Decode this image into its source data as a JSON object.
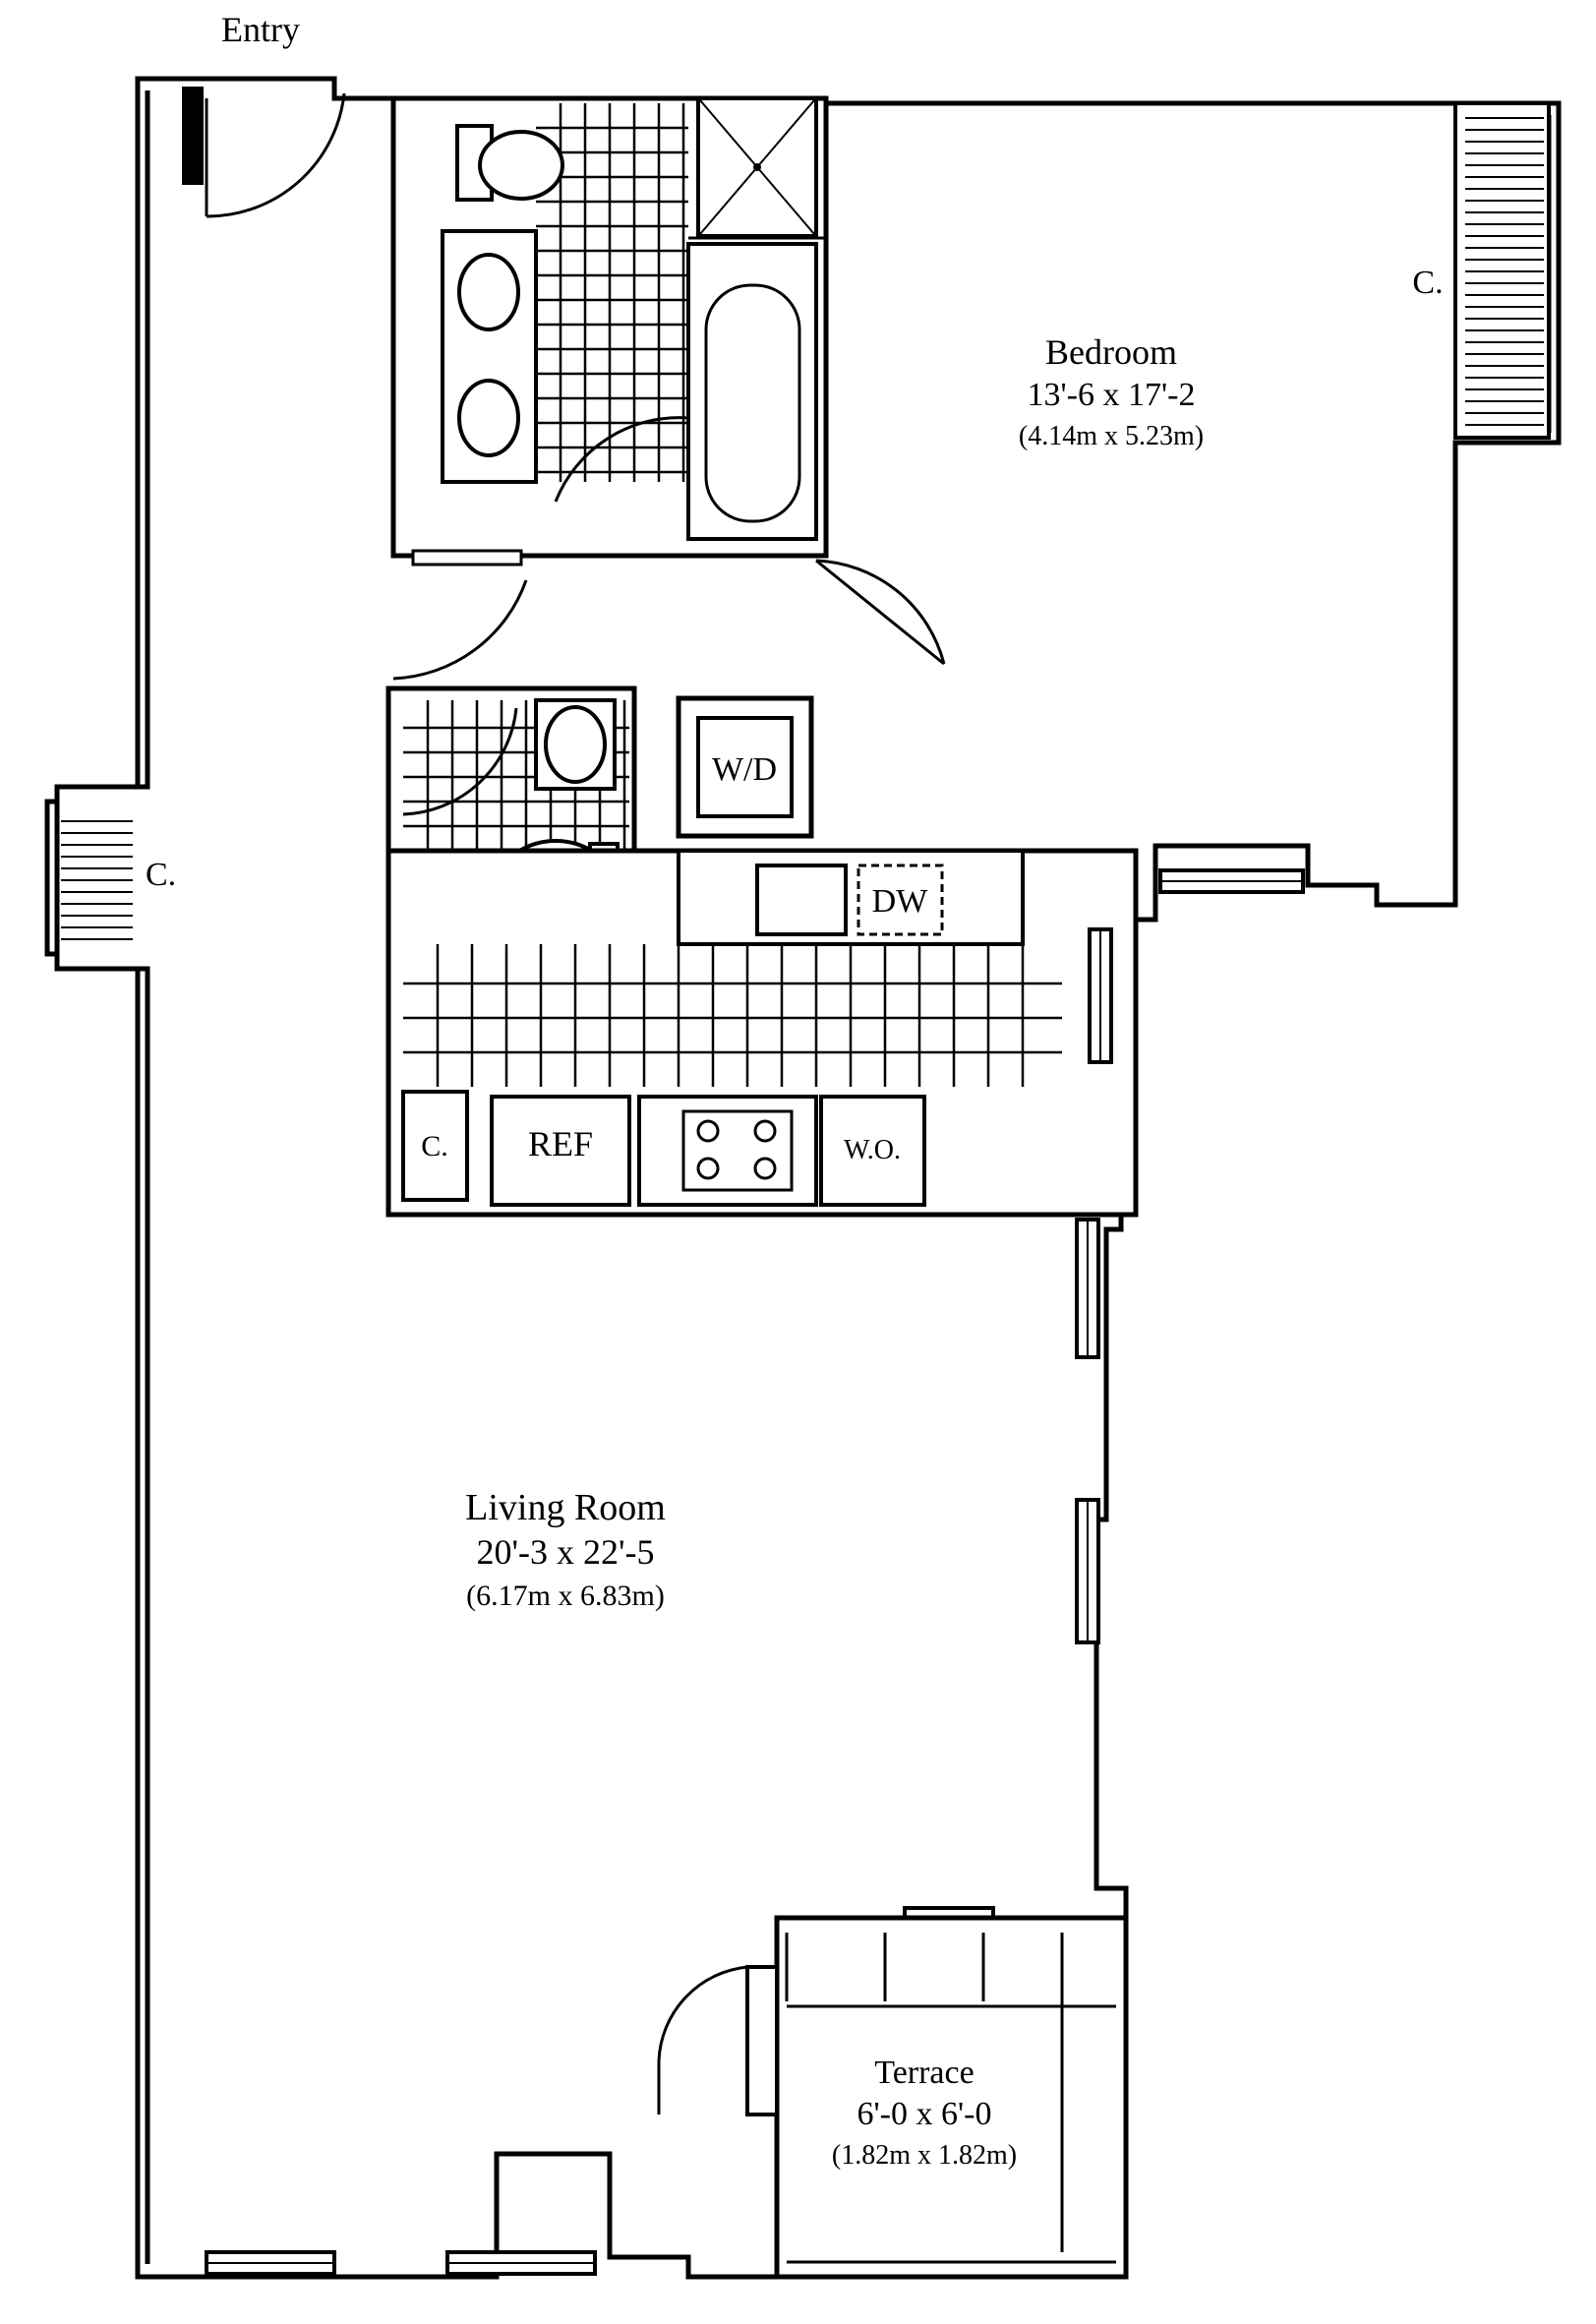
{
  "entry_label": "Entry",
  "bedroom": {
    "name": "Bedroom",
    "dims_imperial": "13'-6 x 17'-2",
    "dims_metric": "(4.14m x 5.23m)",
    "closet_label": "C."
  },
  "living_room": {
    "name": "Living Room",
    "dims_imperial": "20'-3 x 22'-5",
    "dims_metric": "(6.17m x 6.83m)",
    "closet_label": "C."
  },
  "terrace": {
    "name": "Terrace",
    "dims_imperial": "6'-0 x 6'-0",
    "dims_metric": "(1.82m x 1.82m)"
  },
  "kitchen": {
    "closet_label": "C.",
    "refrigerator_label": "REF",
    "wall_oven_label": "W.O.",
    "dishwasher_label": "DW"
  },
  "laundry": {
    "washer_dryer_label": "W/D"
  }
}
